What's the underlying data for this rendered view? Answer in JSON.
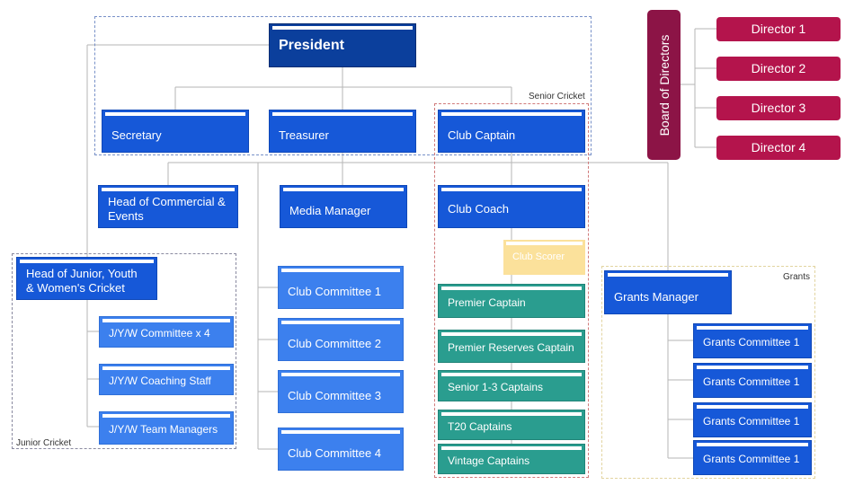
{
  "groups": {
    "senior_cricket": "Senior Cricket",
    "junior_cricket": "Junior Cricket",
    "grants": "Grants"
  },
  "roles": {
    "president": "President",
    "secretary": "Secretary",
    "treasurer": "Treasurer",
    "club_captain": "Club Captain",
    "head_commercial": "Head of Commercial & Events",
    "media_manager": "Media Manager",
    "club_coach": "Club Coach",
    "club_scorer": "Club Scorer",
    "head_junior": "Head of Junior, Youth & Women's Cricket",
    "grants_manager": "Grants Manager"
  },
  "junior_items": [
    "J/Y/W Committee x 4",
    "J/Y/W Coaching Staff",
    "J/Y/W Team Managers"
  ],
  "club_committees": [
    "Club Committee 1",
    "Club Committee 2",
    "Club Committee 3",
    "Club Committee 4"
  ],
  "captains": [
    "Premier Captain",
    "Premier Reserves Captain",
    "Senior 1-3 Captains",
    "T20 Captains",
    "Vintage Captains"
  ],
  "grants_committees": [
    "Grants Committee 1",
    "Grants Committee 1",
    "Grants Committee 1",
    "Grants Committee 1"
  ],
  "board": {
    "title": "Board of Directors",
    "directors": [
      "Director 1",
      "Director 2",
      "Director 3",
      "Director 4"
    ]
  },
  "colors": {
    "president": "#0b3f9c",
    "primary_blue": "#1658d8",
    "light_blue": "#3c80ee",
    "teal": "#2a9d8f",
    "scorer_yellow": "#fbe19b",
    "director_red": "#b4144c",
    "board_maroon": "#8c1446"
  }
}
